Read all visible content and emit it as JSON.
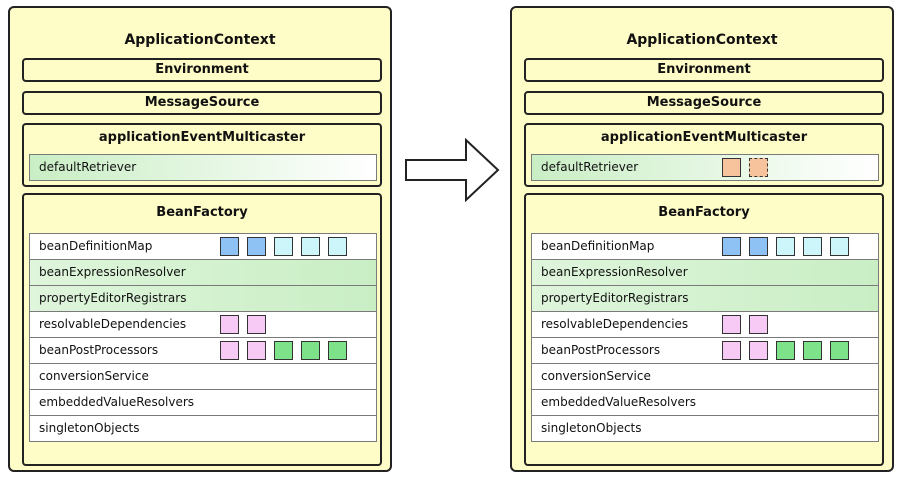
{
  "app_context_title": "ApplicationContext",
  "environment_label": "Environment",
  "message_source_label": "MessageSource",
  "multicaster": {
    "title": "applicationEventMulticaster",
    "retriever_label": "defaultRetriever"
  },
  "bean_factory": {
    "title": "BeanFactory",
    "rows": [
      {
        "label": "beanDefinitionMap"
      },
      {
        "label": "beanExpressionResolver"
      },
      {
        "label": "propertyEditorRegistrars"
      },
      {
        "label": "resolvableDependencies"
      },
      {
        "label": "beanPostProcessors"
      },
      {
        "label": "conversionService"
      },
      {
        "label": "embeddedValueResolvers"
      },
      {
        "label": "singletonObjects"
      }
    ]
  },
  "colors": {
    "panel": "#fefcc7",
    "blue_square": "#8ec2f4",
    "cyan_square": "#cdf6fb",
    "pink_square": "#f7c9f5",
    "green_square": "#7de28a",
    "orange_square": "#f6c39c",
    "green_row": "#c9eec4"
  },
  "icons": [
    "right-arrow-icon"
  ]
}
